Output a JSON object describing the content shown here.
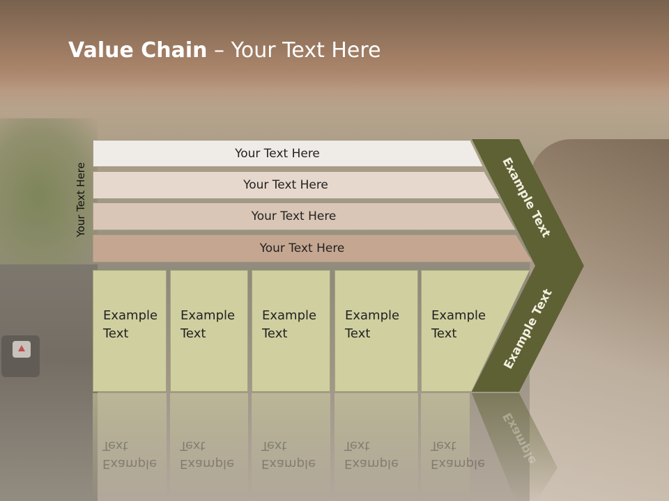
{
  "title": {
    "bold": "Value Chain",
    "rest": " – Your Text Here"
  },
  "side_label": "Your Text Here",
  "bars": [
    "Your Text Here",
    "Your Text Here",
    "Your Text Here",
    "Your Text Here"
  ],
  "boxes": [
    {
      "line1": "Example",
      "line2": "Text"
    },
    {
      "line1": "Example",
      "line2": "Text"
    },
    {
      "line1": "Example",
      "line2": "Text"
    },
    {
      "line1": "Example",
      "line2": "Text"
    },
    {
      "line1": "Example",
      "line2": "Text"
    }
  ],
  "chevron_labels": {
    "upper": "Example Text",
    "lower": "Example Text",
    "reflection": "Example"
  },
  "colors": {
    "chevron": "#5e6134",
    "box": "#cfcfa0",
    "bar_dark": "#c5a791",
    "bar_light": "#efebe6"
  }
}
